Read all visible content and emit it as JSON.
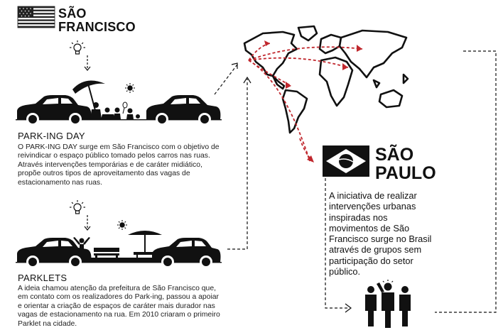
{
  "sf": {
    "title_line1": "SÃO",
    "title_line2": "FRANCISCO",
    "flag_icon": "usa-flag-icon"
  },
  "parking_day": {
    "heading": "PARK-ING DAY",
    "lines": [
      "O PARK-ING DAY surge em São Francisco com o objetivo de",
      "reivindicar o espaço público tomado pelos carros nas ruas.",
      "Através intervenções temporárias e de caráter midiático,",
      "propõe outros tipos de aproveitamento das vagas de",
      "estacionamento nas ruas."
    ]
  },
  "parklets": {
    "heading": "PARKLETS",
    "lines": [
      "A ideia chamou atenção da prefeitura de São Francisco que,",
      "em contato com os realizadores do Park-ing, passou a apoiar",
      "e orientar a criação de espaços de caráter mais durador nas",
      "vagas de estacionamento na rua. Em 2010 criaram o primeiro",
      "Parklet na cidade."
    ]
  },
  "sp": {
    "title_line1": "SÃO",
    "title_line2": "PAULO",
    "flag_icon": "brazil-flag-icon",
    "lines": [
      "A iniciativa de realizar",
      "intervenções urbanas",
      "inspiradas nos",
      "movimentos de São",
      "Francisco surge no Brasil",
      "através de grupos sem",
      "participação do setor",
      "público."
    ]
  },
  "colors": {
    "accent_red": "#c0272d",
    "ink": "#111111",
    "map_fill": "#ffffff"
  }
}
